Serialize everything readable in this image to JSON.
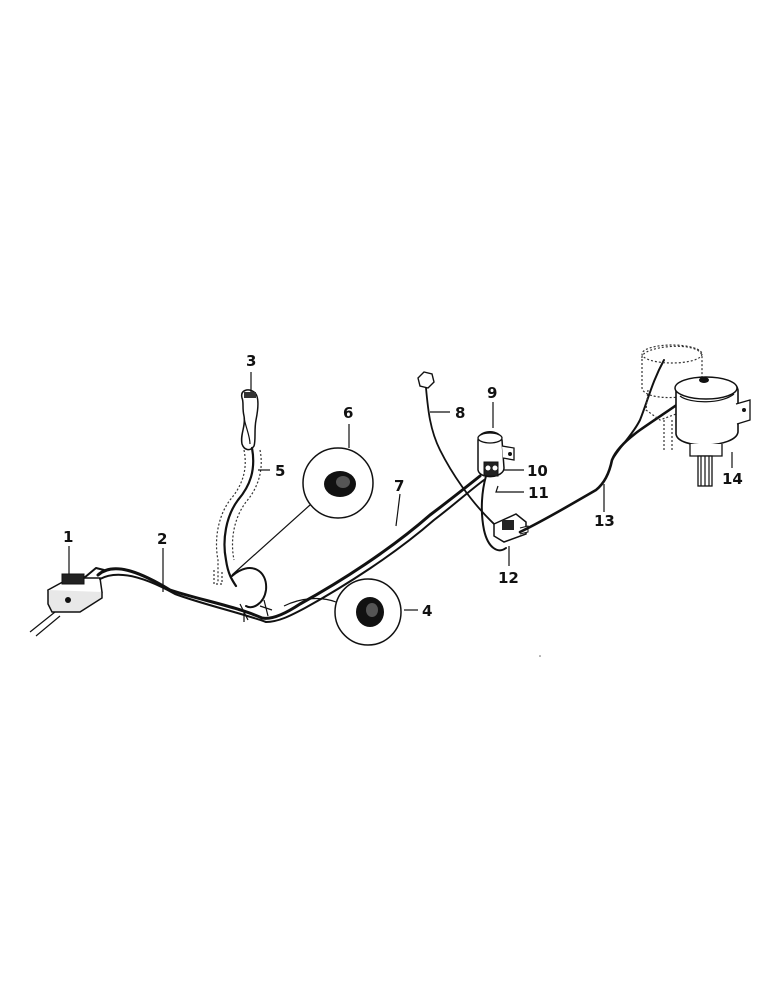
{
  "colors": {
    "background": "#ffffff",
    "ink": "#111111"
  },
  "callouts": [
    {
      "id": "1",
      "text": "1"
    },
    {
      "id": "2",
      "text": "2"
    },
    {
      "id": "3",
      "text": "3"
    },
    {
      "id": "4",
      "text": "4"
    },
    {
      "id": "5",
      "text": "5"
    },
    {
      "id": "6",
      "text": "6"
    },
    {
      "id": "7",
      "text": "7"
    },
    {
      "id": "8",
      "text": "8"
    },
    {
      "id": "9",
      "text": "9"
    },
    {
      "id": "10",
      "text": "10"
    },
    {
      "id": "11",
      "text": "11"
    },
    {
      "id": "12",
      "text": "12"
    },
    {
      "id": "13",
      "text": "13"
    },
    {
      "id": "14",
      "text": "14"
    }
  ]
}
